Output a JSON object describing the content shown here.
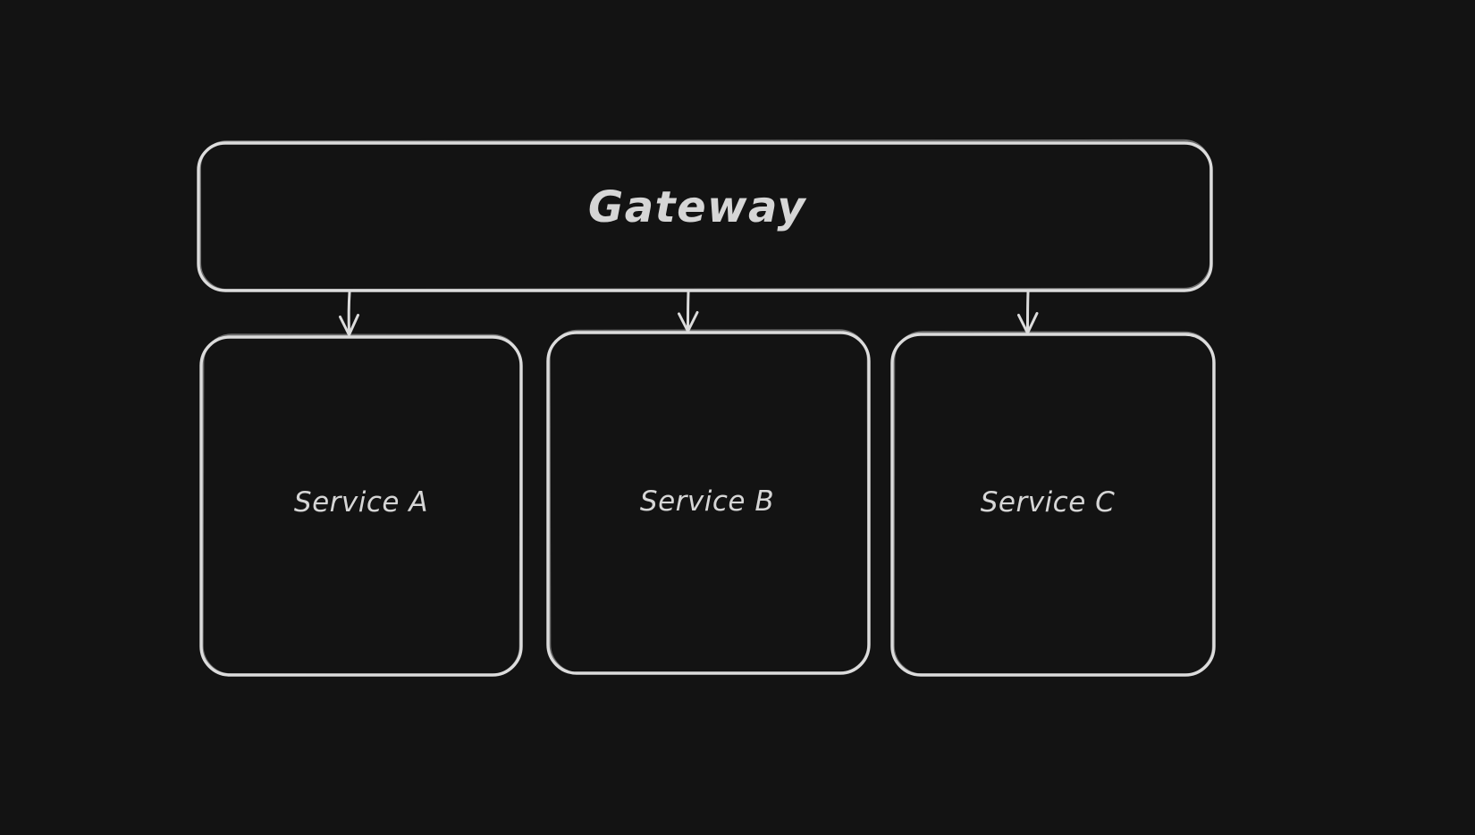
{
  "canvas": {
    "background": "#131313"
  },
  "theme": {
    "stroke": "#dcdcdc",
    "text": "#d6d6d6"
  },
  "diagram": {
    "type": "architecture-flow",
    "gateway": {
      "label": "Gateway"
    },
    "services": [
      {
        "label": "Service A"
      },
      {
        "label": "Service B"
      },
      {
        "label": "Service C"
      }
    ],
    "connections": [
      {
        "from": "Gateway",
        "to": "Service A"
      },
      {
        "from": "Gateway",
        "to": "Service B"
      },
      {
        "from": "Gateway",
        "to": "Service C"
      }
    ]
  }
}
